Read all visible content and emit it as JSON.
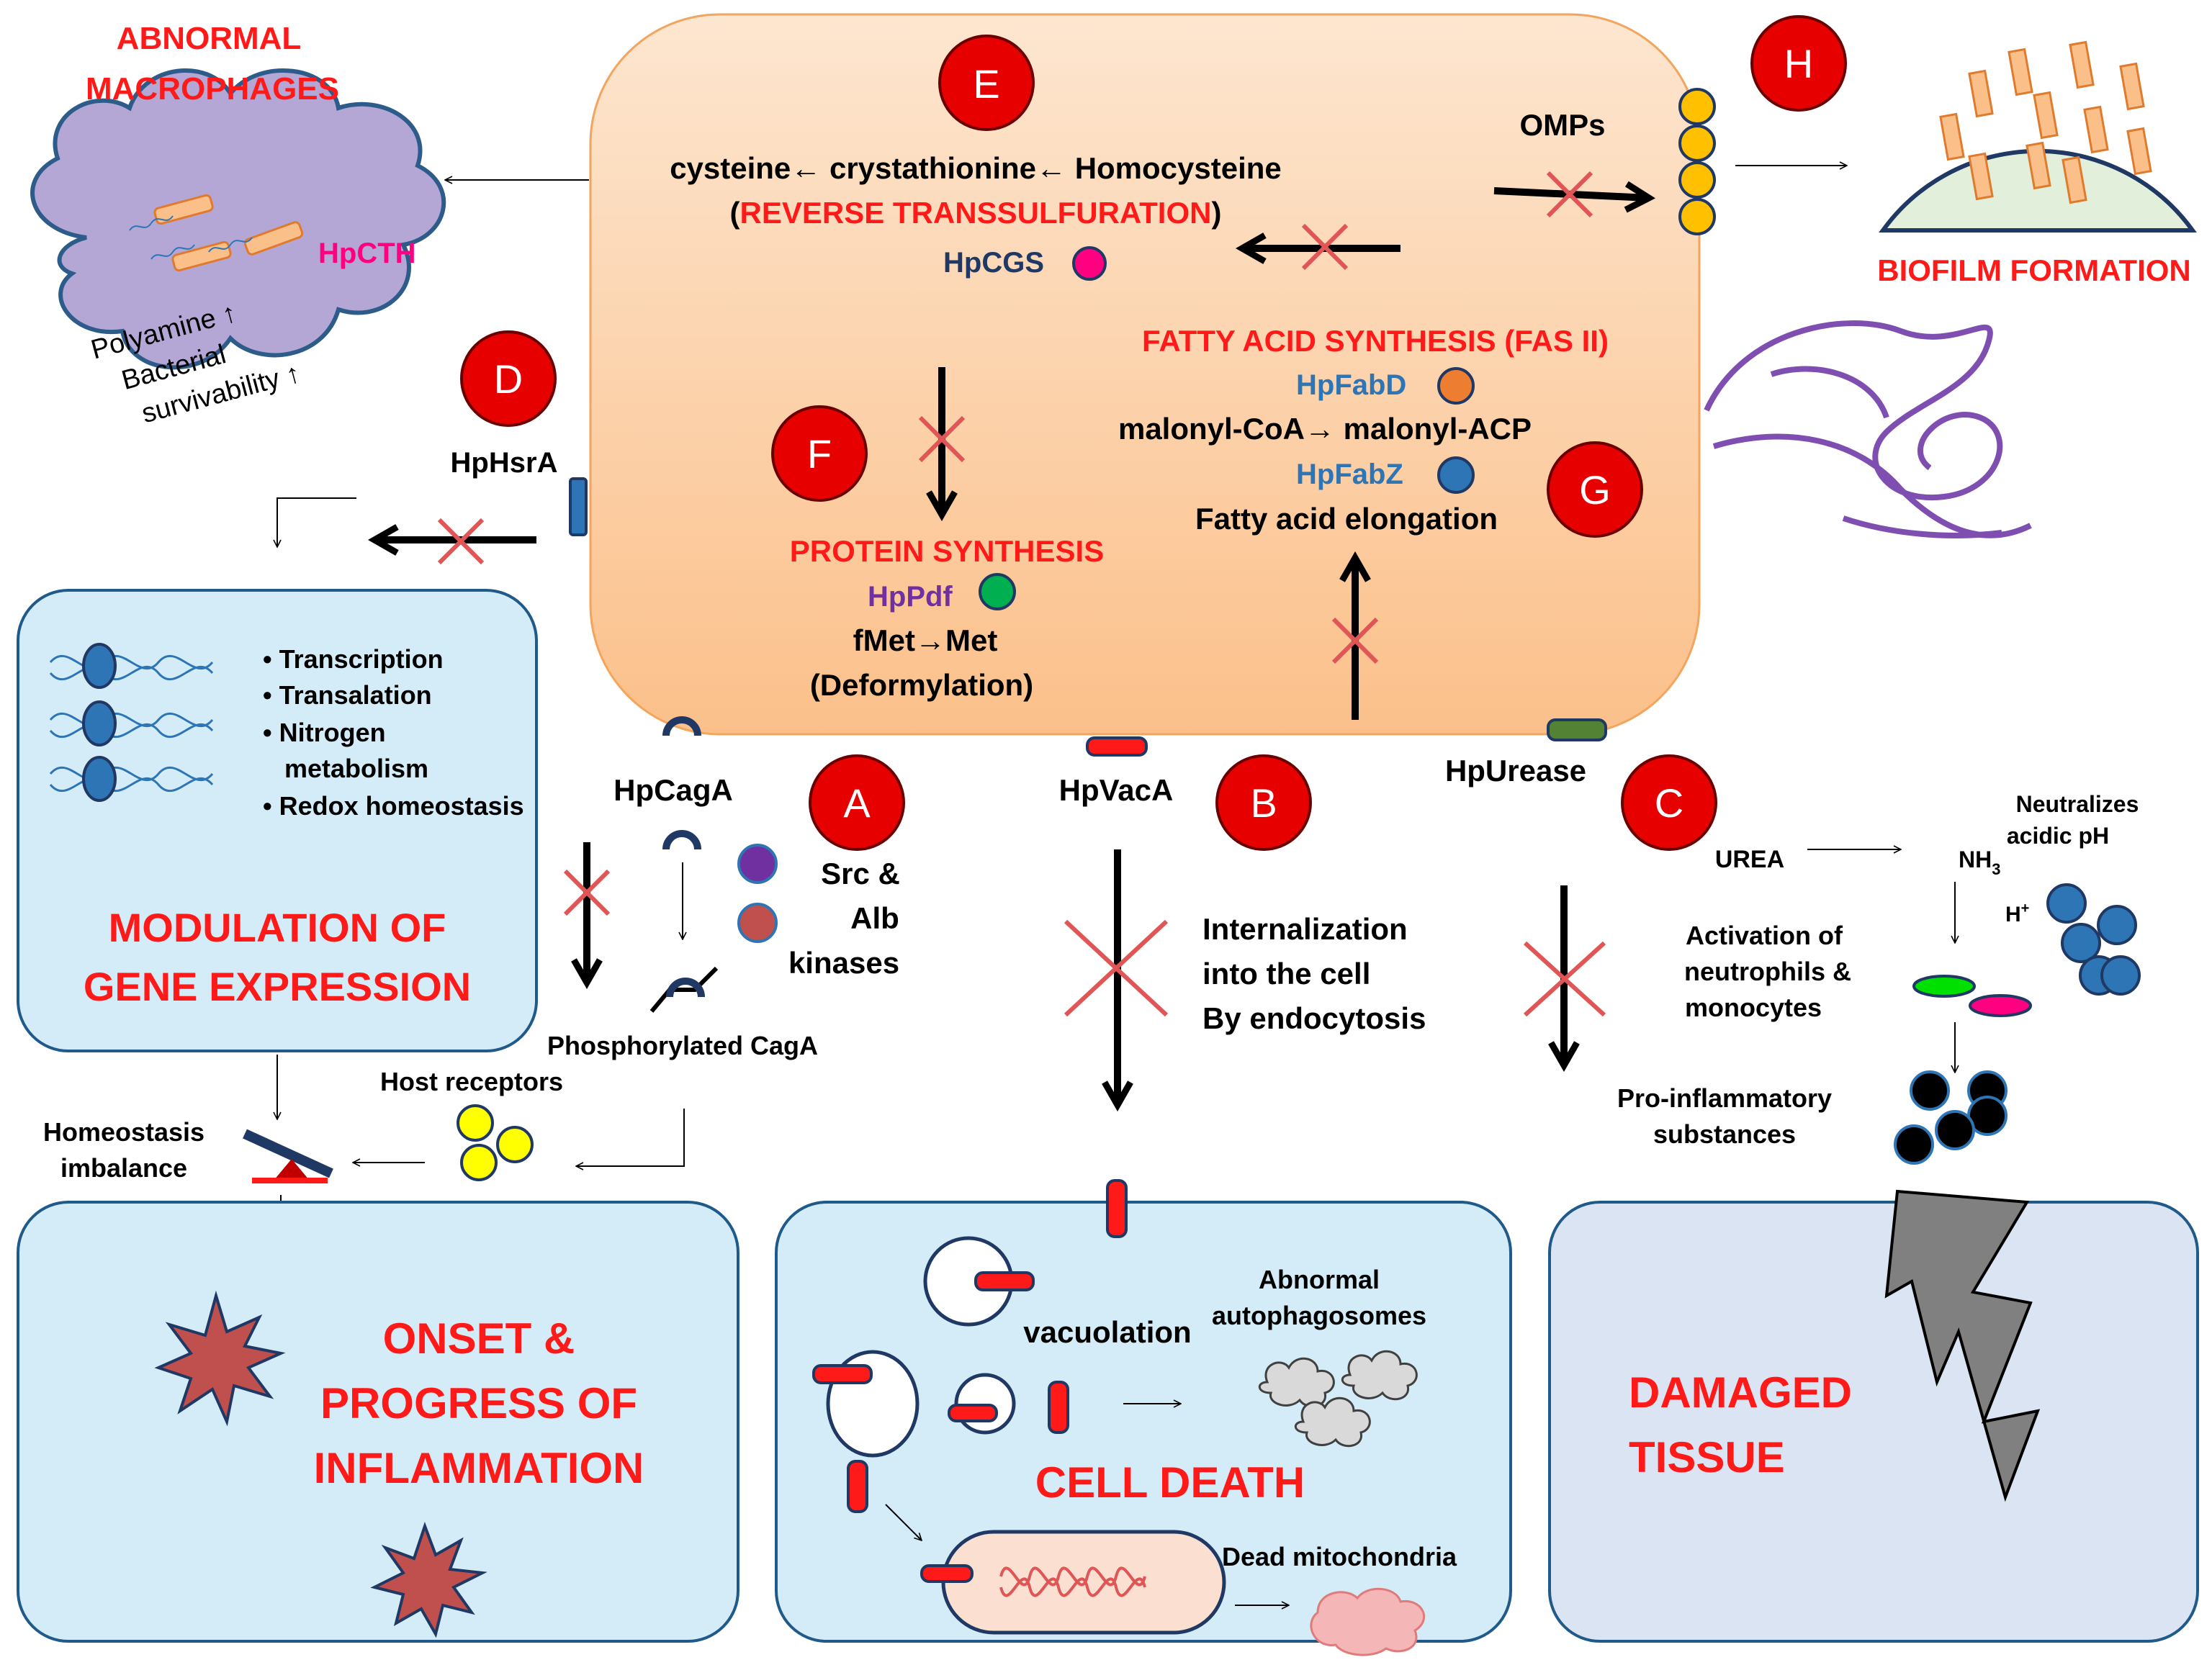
{
  "colors": {
    "red": "#ff1a1a",
    "circle_red": "#e60000",
    "blue_text": "#2e75b6",
    "dark_blue": "#1f3864",
    "purple_text": "#7030a0",
    "magenta": "#ff0080",
    "cross": "#e05555",
    "cell_fill": "#fbd0a8",
    "cell_border": "#f4a45c",
    "box_fill": "#d4ecf7",
    "box_border": "#1f5a8a",
    "cloud_fill": "#b4a7d6",
    "tissue_fill": "#dbe4f3"
  },
  "circles": {
    "A": "A",
    "B": "B",
    "C": "C",
    "D": "D",
    "E": "E",
    "F": "F",
    "G": "G",
    "H": "H"
  },
  "macrophages": {
    "title_1": "ABNORMAL",
    "title_2": "MACROPHAGES",
    "enzyme": "HpCTH",
    "line1": "Polyamine ↑",
    "line2": "Bacterial",
    "line3": "survivability ↑"
  },
  "transsulfuration": {
    "pathway": "cysteine← crystathionine← Homocysteine",
    "title_open": "(",
    "title": "REVERSE TRANSSULFURATION",
    "title_close": ")",
    "enzyme": "HpCGS"
  },
  "omps": {
    "label": "OMPs"
  },
  "biofilm": {
    "label": "BIOFILM FORMATION"
  },
  "fas": {
    "title": "FATTY ACID SYNTHESIS (FAS II)",
    "enzyme1": "HpFabD",
    "reaction": "malonyl-CoA→ malonyl-ACP",
    "enzyme2": "HpFabZ",
    "process": "Fatty acid elongation"
  },
  "protein": {
    "title": "PROTEIN SYNTHESIS",
    "enzyme": "HpPdf",
    "reaction": "fMet→Met",
    "process": "(Deformylation)"
  },
  "hsra": {
    "label": "HpHsrA"
  },
  "gene_expression": {
    "bullets": [
      "• Transcription",
      "• Transalation",
      "• Nitrogen",
      "metabolism",
      "• Redox homeostasis"
    ],
    "title_1": "MODULATION OF",
    "title_2": "GENE EXPRESSION"
  },
  "caga": {
    "label": "HpCagA",
    "kinases_1": "Src &",
    "kinases_2": "Alb",
    "kinases_3": "kinases",
    "phospho": "Phosphorylated CagA",
    "host_receptors": "Host receptors",
    "homeostasis_1": "Homeostasis",
    "homeostasis_2": "imbalance"
  },
  "inflammation": {
    "line1": "ONSET &",
    "line2": "PROGRESS OF",
    "line3": "INFLAMMATION"
  },
  "vaca": {
    "label": "HpVacA",
    "internal_1": "Internalization",
    "internal_2": "into the cell",
    "internal_3": "By endocytosis"
  },
  "cell_death": {
    "vacuolation": "vacuolation",
    "auto_1": "Abnormal",
    "auto_2": "autophagosomes",
    "title": "CELL DEATH",
    "mito": "Dead mitochondria"
  },
  "urease": {
    "label": "HpUrease",
    "urea": "UREA",
    "nh3": "NH",
    "nh3_sub": "3",
    "neutral_1": "Neutralizes",
    "neutral_2": "acidic pH",
    "hplus": "H",
    "hplus_sup": "+",
    "act_1": "Activation of",
    "act_2": "neutrophils &",
    "act_3": "monocytes",
    "proinf_1": "Pro-inflammatory",
    "proinf_2": "substances"
  },
  "tissue": {
    "line1": "DAMAGED",
    "line2": "TISSUE"
  }
}
